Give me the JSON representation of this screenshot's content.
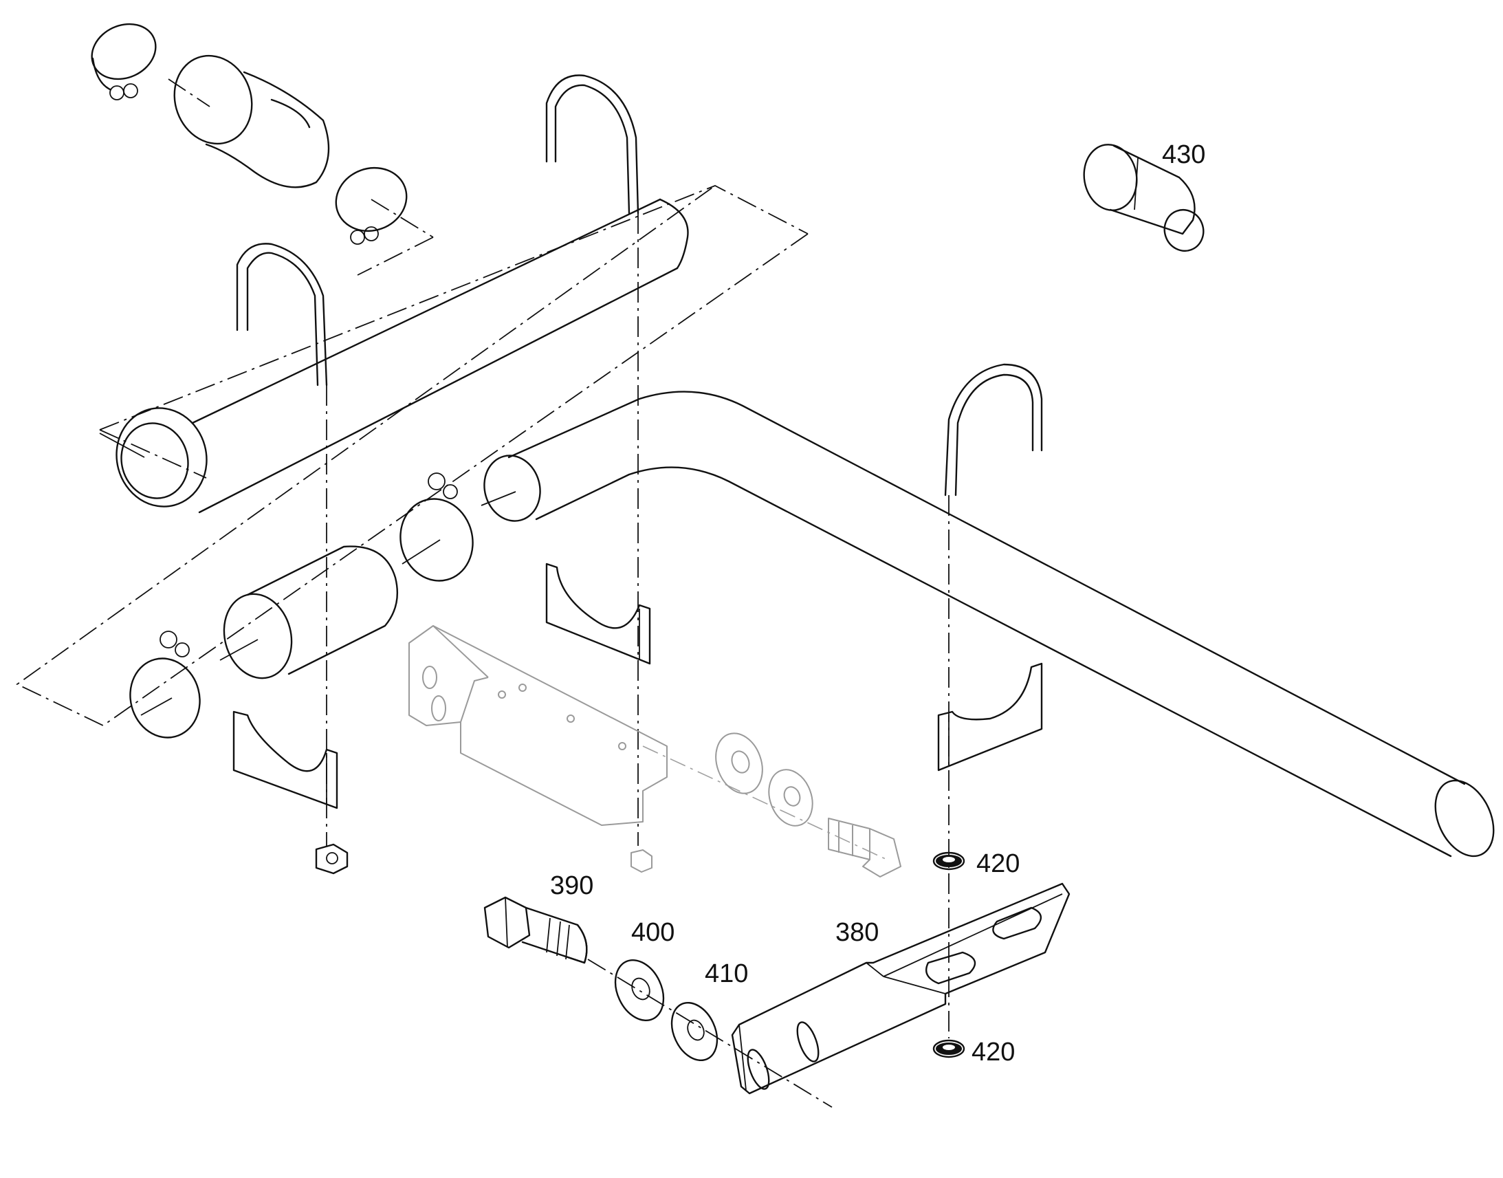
{
  "labels": {
    "p430": "430",
    "p420_top": "420",
    "p390": "390",
    "p400": "400",
    "p380": "380",
    "p410": "410",
    "p420_bottom": "420"
  },
  "colors": {
    "line": "#111111",
    "ghost": "#9a9a9a",
    "background": "#ffffff"
  }
}
